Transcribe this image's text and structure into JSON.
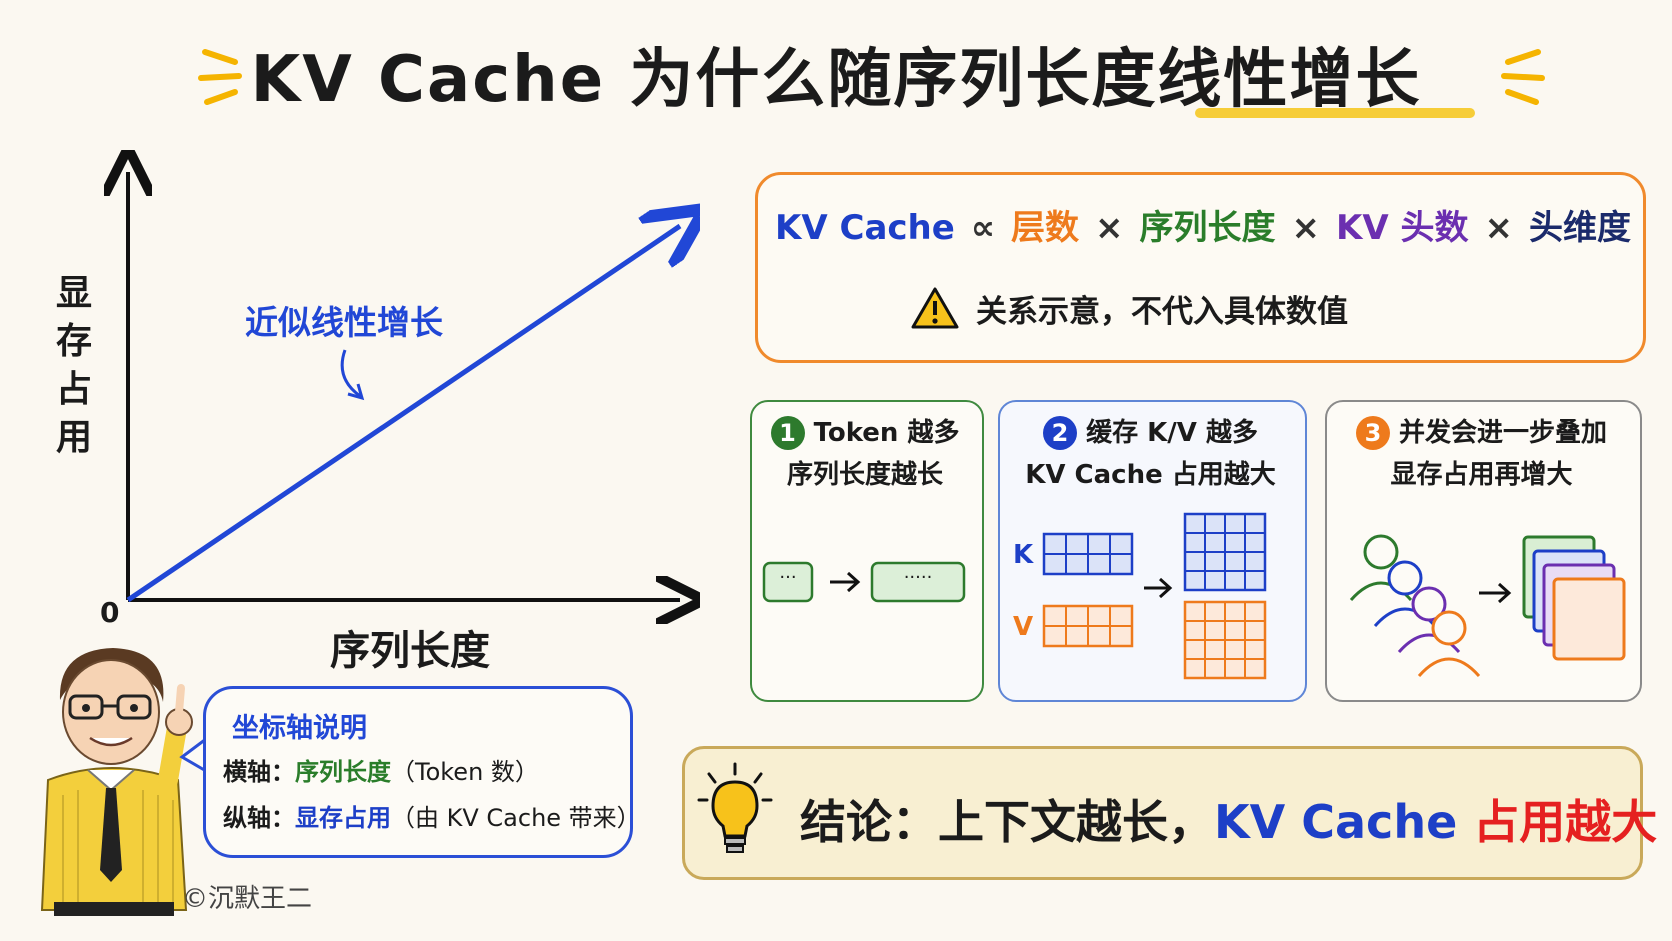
{
  "title": {
    "text": "KV Cache 为什么随序列长度线性增长"
  },
  "chart": {
    "y_label": [
      "显",
      "存",
      "占",
      "用"
    ],
    "x_label": "序列长度",
    "origin": "0",
    "trend_label": "近似线性增长"
  },
  "formula": {
    "kv": "KV Cache",
    "prop": "∝",
    "layers": "层数",
    "seq": "序列长度",
    "heads": "KV 头数",
    "dim": "头维度",
    "times": "×",
    "note": "关系示意，不代入具体数值"
  },
  "steps": [
    {
      "num": "1",
      "line1": "Token 越多",
      "line2": "序列长度越长",
      "box_small": "···",
      "box_large": "·····"
    },
    {
      "num": "2",
      "line1": "缓存 K/V 越多",
      "line2": "KV Cache 占用越大",
      "k": "K",
      "v": "V"
    },
    {
      "num": "3",
      "line1": "并发会进一步叠加",
      "line2": "显存占用再增大"
    }
  ],
  "bubble": {
    "title": "坐标轴说明",
    "x_prefix": "横轴：",
    "x_value": "序列长度",
    "x_suffix": "（Token 数）",
    "y_prefix": "纵轴：",
    "y_value": "显存占用",
    "y_suffix": "（由 KV Cache 带来）"
  },
  "copyright": "©沉默王二",
  "conclusion": {
    "prefix": "结论：上下文越长，",
    "kv": "KV Cache",
    "suffix": " 占用越大"
  },
  "colors": {
    "blue": "#1d3fc7",
    "orange": "#ee7a1c",
    "green": "#2a7d2a",
    "purple": "#6b2fb0",
    "red": "#e52020",
    "yellow": "#f5b400"
  },
  "icons": [
    "warning-icon",
    "lightbulb-icon",
    "users-icon",
    "layers-icon",
    "arrow-right-icon"
  ]
}
